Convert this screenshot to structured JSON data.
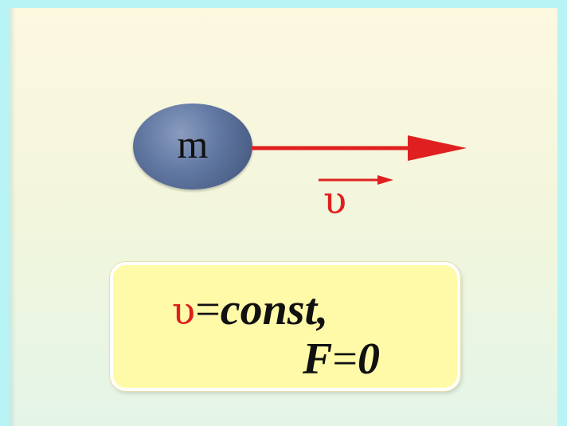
{
  "diagram": {
    "mass_label": "m",
    "velocity_symbol": "υ",
    "formula": {
      "velocity_symbol": "υ",
      "equals_1": "=",
      "constant_text": "const,",
      "force_symbol": "F",
      "equals_2": "=",
      "force_value": "0"
    },
    "colors": {
      "velocity": "#e02020",
      "force_arrow": "#111111",
      "ball": "#5f76a0",
      "formula_box": "#fffaa8"
    }
  }
}
